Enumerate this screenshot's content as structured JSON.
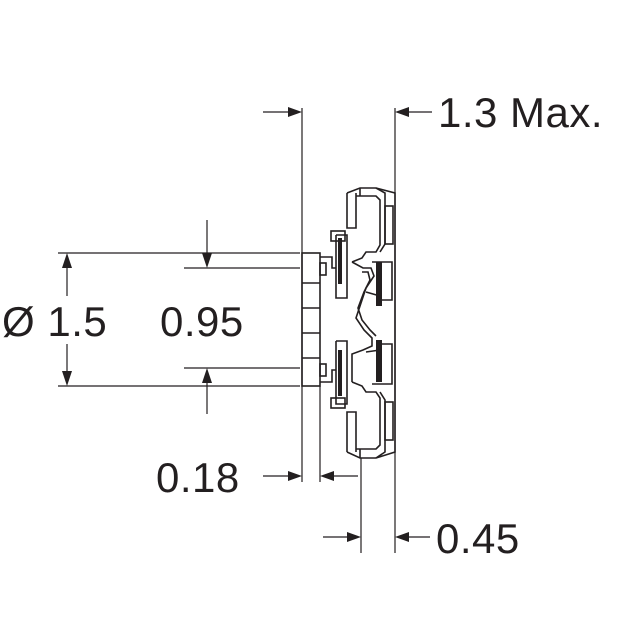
{
  "dimensions": {
    "max_thickness": "1.3 Max.",
    "diameter": "Ø 1.5",
    "inner_height": "0.95",
    "flange_thickness": "0.18",
    "base_thickness": "0.45"
  },
  "colors": {
    "ink": "#231f20",
    "background": "#ffffff"
  }
}
